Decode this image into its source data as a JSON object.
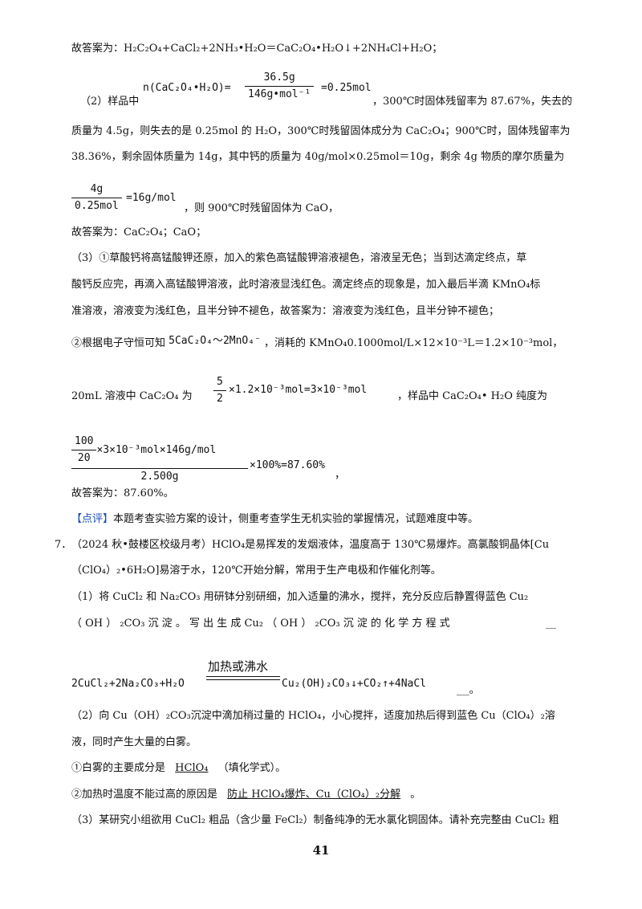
{
  "lines": {
    "l1": "故答案为：H₂C₂O₄+CaCl₂+2NH₃•H₂O＝CaC₂O₄•H₂O↓+2NH₄Cl+H₂O；",
    "l2_prefix": "（2）样品中",
    "l2_lhs": "n(CaC₂O₄•H₂O)=",
    "l2_num": "36.5g",
    "l2_den": "146g•mol⁻¹",
    "l2_res": "=0.25mol",
    "l2_tail": "，300℃时固体残留率为 87.67%，失去的",
    "l3": "质量为 4.5g，则失去的是 0.25mol 的 H₂O，300℃时残留固体成分为 CaC₂O₄；900℃时，固体残留率为",
    "l4": "38.36%，剩余固体质量为 14g，其中钙的质量为 40g/mol×0.25mol＝10g，剩余 4g 物质的摩尔质量为",
    "l5_num": "4g",
    "l5_den": "0.25mol",
    "l5_res": "=16g/mol",
    "l5_tail": "，则 900℃时残留固体为 CaO，",
    "l6": "故答案为：CaC₂O₄；CaO；",
    "l7": "（3）①草酸钙将高锰酸钾还原，加入的紫色高锰酸钾溶液褪色，溶液呈无色；当到达滴定终点，草",
    "l8": "酸钙反应完，再滴入高锰酸钾溶液，此时溶液显浅红色。滴定终点的现象是，加入最后半滴 KMnO₄标",
    "l9": "准溶液，溶液变为浅红色，且半分钟不褪色，故答案为：溶液变为浅红色，且半分钟不褪色；",
    "l10_a": "②根据电子守恒可知",
    "l10_eq": "5CaC₂O₄～2MnO₄⁻",
    "l10_b": "，消耗的 KMnO₄0.1000mol/L×12×10⁻³L＝1.2×10⁻³mol，",
    "l11_a": "20mL 溶液中 CaC₂O₄ 为",
    "l11_num": "5",
    "l11_den": "2",
    "l11_expr": "×1.2×10⁻³mol=3×10⁻³mol",
    "l11_b": "，样品中 CaC₂O₄• H₂O 纯度为",
    "l12_inner_num": "100",
    "l12_inner_den": "20",
    "l12_numexpr": "×3×10⁻³mol×146g/mol",
    "l12_den": "2.500g",
    "l12_res": "×100%=87.60%",
    "l12_tail": "，",
    "l13": "故答案为：87.60%。",
    "l14_tag": "【点评】",
    "l14": "本题考查实验方案的设计，侧重考查学生无机实验的掌握情况，试题难度中等。",
    "q7_num": "7．",
    "q7_l1": "（2024 秋•鼓楼区校级月考）HClO₄是易挥发的发烟液体，温度高于 130℃易爆炸。高氯酸铜晶体[Cu",
    "q7_l2": "（ClO₄）₂•6H₂O]易溶于水，120℃开始分解，常用于生产电极和作催化剂等。",
    "q7_l3": "（1）将 CuCl₂ 和 Na₂CO₃ 用研钵分别研细，加入适量的沸水，搅拌，充分反应后静置得蓝色 Cu₂",
    "q7_l4": "（ OH ） ₂CO₃ 沉 淀 。 写 出 生 成 Cu₂ （ OH ） ₂CO₃ 沉 淀 的 化 学 方 程 式",
    "q7_l4_blank": "__",
    "q7_eq_left": "2CuCl₂+2Na₂CO₃+H₂O",
    "q7_eq_cond": "加热或沸水",
    "q7_eq_right": "Cu₂(OH)₂CO₃↓+CO₂↑+4NaCl",
    "q7_eq_end": "__。",
    "q7_l6": "（2）向 Cu（OH）₂CO₃沉淀中滴加稍过量的 HClO₄，小心搅拌，适度加热后得到蓝色 Cu（ClO₄）₂溶",
    "q7_l7": "液，同时产生大量的白雾。",
    "q7_l8_a": "①白雾的主要成分是",
    "q7_l8_ans": "HClO₄",
    "q7_l8_b": "（填化学式）。",
    "q7_l9_a": "②加热时温度不能过高的原因是",
    "q7_l9_ans": "防止 HClO₄爆炸、Cu（ClO₄）₂分解",
    "q7_l9_b": "。",
    "q7_l10": "（3）某研究小组欲用 CuCl₂ 粗品（含少量 FeCl₂）制备纯净的无水氯化铜固体。请补充完整由 CuCl₂ 粗"
  },
  "page_number": "41"
}
